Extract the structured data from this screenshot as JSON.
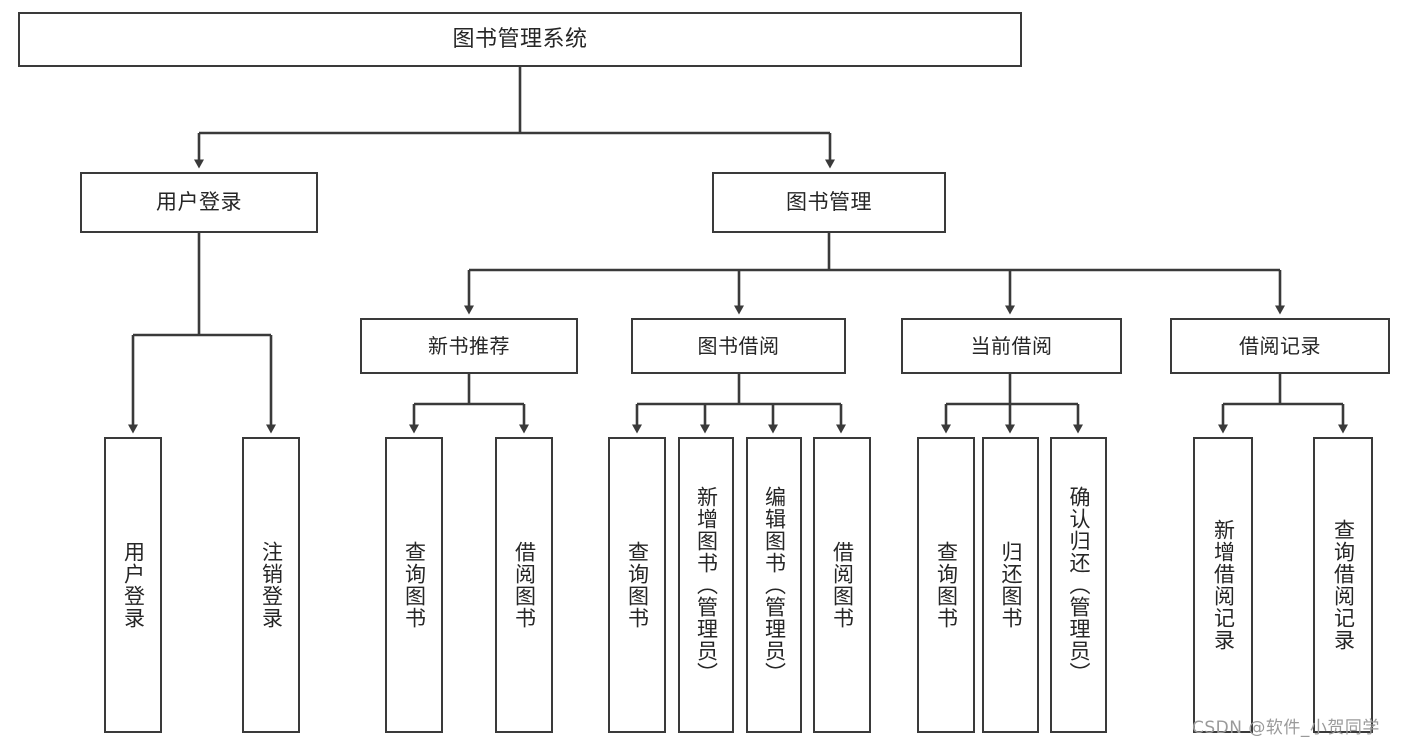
{
  "diagram": {
    "title": "图书管理系统",
    "type": "tree-hierarchy",
    "root": {
      "id": "root",
      "label": "图书管理系统"
    },
    "level1": [
      {
        "id": "user-login",
        "label": "用户登录"
      },
      {
        "id": "book-manage",
        "label": "图书管理"
      }
    ],
    "level2": [
      {
        "id": "new-book-rec",
        "label": "新书推荐",
        "parent": "book-manage"
      },
      {
        "id": "book-borrow",
        "label": "图书借阅",
        "parent": "book-manage"
      },
      {
        "id": "current-borrow",
        "label": "当前借阅",
        "parent": "book-manage"
      },
      {
        "id": "borrow-record",
        "label": "借阅记录",
        "parent": "book-manage"
      }
    ],
    "leaves": [
      {
        "id": "leaf-user-login",
        "label": "用户登录",
        "parent": "user-login"
      },
      {
        "id": "leaf-logout",
        "label": "注销登录",
        "parent": "user-login"
      },
      {
        "id": "leaf-query-book-1",
        "label": "查询图书",
        "parent": "new-book-rec"
      },
      {
        "id": "leaf-borrow-book-1",
        "label": "借阅图书",
        "parent": "new-book-rec"
      },
      {
        "id": "leaf-query-book-2",
        "label": "查询图书",
        "parent": "book-borrow"
      },
      {
        "id": "leaf-add-book",
        "label": "新增图书（管理员）",
        "parent": "book-borrow"
      },
      {
        "id": "leaf-edit-book",
        "label": "编辑图书（管理员）",
        "parent": "book-borrow"
      },
      {
        "id": "leaf-borrow-book-2",
        "label": "借阅图书",
        "parent": "book-borrow"
      },
      {
        "id": "leaf-query-book-3",
        "label": "查询图书",
        "parent": "current-borrow"
      },
      {
        "id": "leaf-return-book",
        "label": "归还图书",
        "parent": "current-borrow"
      },
      {
        "id": "leaf-confirm-return",
        "label": "确认归还（管理员）",
        "parent": "current-borrow"
      },
      {
        "id": "leaf-add-record",
        "label": "新增借阅记录",
        "parent": "borrow-record"
      },
      {
        "id": "leaf-query-record",
        "label": "查询借阅记录",
        "parent": "borrow-record"
      }
    ],
    "watermark": "CSDN @软件_小贺同学",
    "colors": {
      "stroke": "#3a3a3a",
      "text": "#262626",
      "background": "#ffffff",
      "watermark": "#9a9a9a"
    }
  }
}
